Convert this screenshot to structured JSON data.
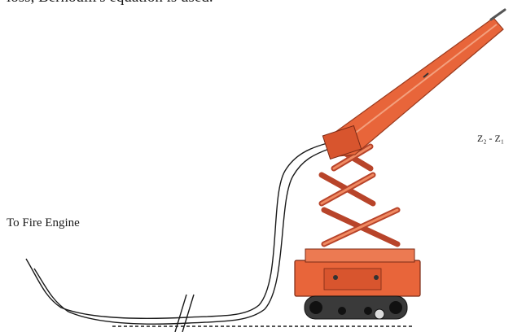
{
  "document": {
    "top_text": "loss, Bernoulli's equation is used.",
    "label_fire_engine": "To Fire Engine",
    "label_height_difference": "Z₂ - Z₁"
  },
  "colors": {
    "boom": "#e8653a",
    "boom_dark": "#b8442a",
    "tracks": "#2a2a2a",
    "hose": "#1a1a1a",
    "line": "#1a1a1a"
  }
}
